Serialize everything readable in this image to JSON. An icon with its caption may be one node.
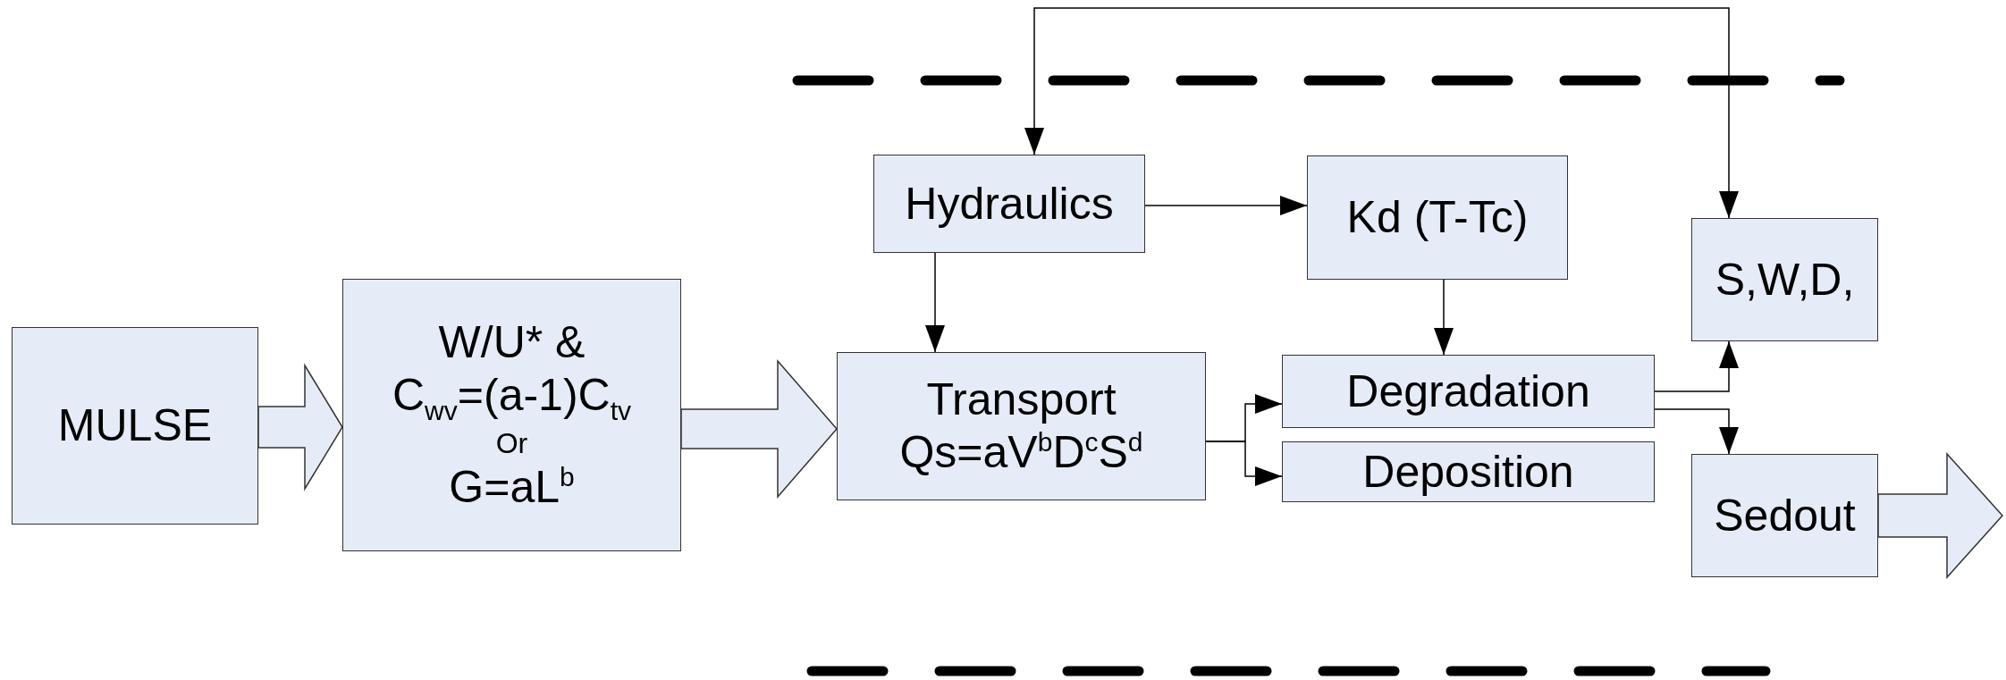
{
  "diagram": {
    "nodes": [
      {
        "text": [
          "MULSE"
        ]
      },
      {
        "text": [
          "W/U* &",
          "C$_{wv}$=(a-1)C$_{tv}$",
          "Or",
          "G=aL$^{b}$"
        ]
      },
      {
        "text": [
          "Hydraulics"
        ]
      },
      {
        "text": [
          "Kd (T-Tc)"
        ]
      },
      {
        "text": [
          "Transport",
          "Qs=aV$^{b}$D$^{c}$S$^{d}$"
        ]
      },
      {
        "text": [
          "Degradation"
        ]
      },
      {
        "text": [
          "Deposition"
        ]
      },
      {
        "text": [
          "S,W,D,"
        ]
      },
      {
        "text": [
          "Sedout"
        ]
      }
    ],
    "edges": [
      {
        "from": 0,
        "to": 1,
        "arrow": "to",
        "style": "thick"
      },
      {
        "from": 1,
        "to": 4,
        "arrow": "to",
        "style": "thick"
      },
      {
        "from": 2,
        "to": 3,
        "arrow": "to"
      },
      {
        "from": 2,
        "to": 4,
        "arrow": "to"
      },
      {
        "from": 3,
        "to": 5,
        "arrow": "to"
      },
      {
        "from": 4,
        "to": 5,
        "arrow": "to"
      },
      {
        "from": 4,
        "to": 6,
        "arrow": "to"
      },
      {
        "from": 5,
        "to": 7,
        "arrow": "to"
      },
      {
        "from": 5,
        "to": 8,
        "arrow": "to"
      },
      {
        "from": 2,
        "to": 7,
        "arrow": "both"
      },
      {
        "from": 8,
        "to": null,
        "arrow": "to",
        "style": "thick"
      }
    ]
  }
}
